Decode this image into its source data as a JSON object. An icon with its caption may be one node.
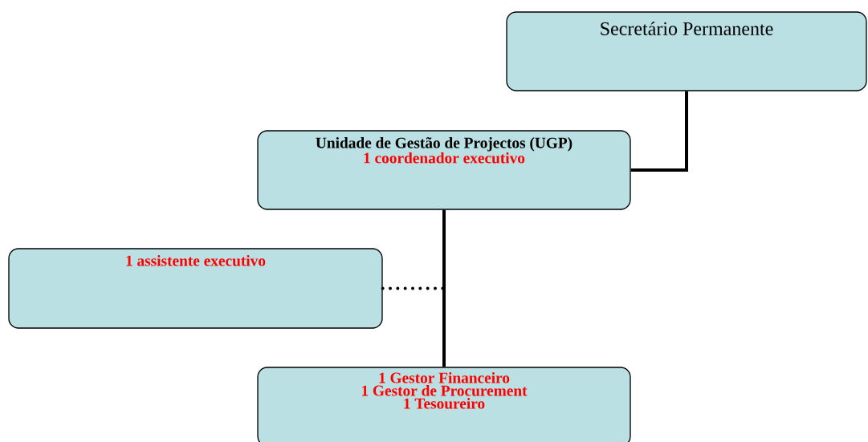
{
  "diagram": {
    "nodes": [
      {
        "text": [
          "Secretário Permanente"
        ]
      },
      {
        "text": [
          "Unidade de Gestão de Projectos (UGP)",
          "1 coordenador executivo"
        ]
      },
      {
        "text": [
          "1 assistente executivo"
        ]
      },
      {
        "text": [
          "1 Gestor Financeiro",
          "1 Gestor de Procurement",
          "1 Tesoureiro"
        ]
      }
    ],
    "edges": [
      {
        "from": 0,
        "to": 1,
        "arrow": "none"
      },
      {
        "from": 1,
        "to": 3,
        "arrow": "none"
      },
      {
        "from": 2,
        "to": 1,
        "arrow": "none",
        "style": "dashed"
      }
    ]
  }
}
